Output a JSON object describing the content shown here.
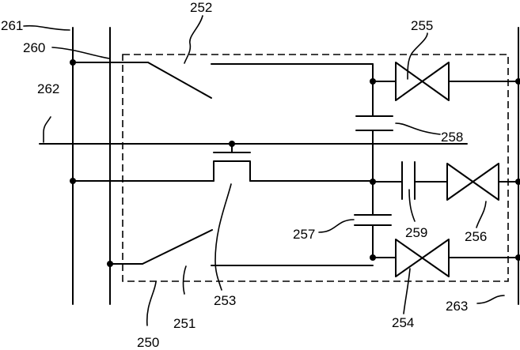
{
  "labels": {
    "l250": "250",
    "l251": "251",
    "l252": "252",
    "l253": "253",
    "l254": "254",
    "l255": "255",
    "l256": "256",
    "l257": "257",
    "l258": "258",
    "l259": "259",
    "l260": "260",
    "l261": "261",
    "l262": "262",
    "l263": "263"
  }
}
